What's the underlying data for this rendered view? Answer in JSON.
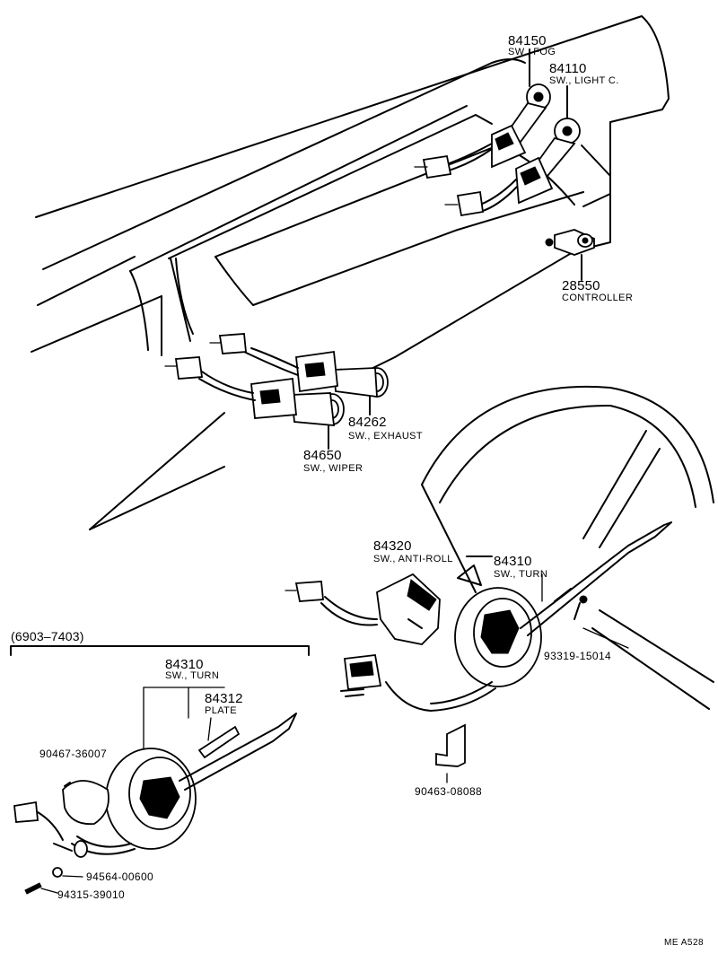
{
  "parts": {
    "p84150": {
      "number": "84150",
      "desc": "SW., FOG"
    },
    "p84110": {
      "number": "84110",
      "desc": "SW., LIGHT C."
    },
    "p28550": {
      "number": "28550",
      "desc": "CONTROLLER"
    },
    "p84262": {
      "number": "84262",
      "desc": "SW., EXHAUST"
    },
    "p84650": {
      "number": "84650",
      "desc": "SW., WIPER"
    },
    "p84320": {
      "number": "84320",
      "desc": "SW., ANTI-ROLL"
    },
    "p84310_main": {
      "number": "84310",
      "desc": "SW., TURN"
    },
    "p93319": {
      "number": "93319-15014"
    },
    "p90463": {
      "number": "90463-08088"
    },
    "p84310_inset": {
      "number": "84310",
      "desc": "SW., TURN"
    },
    "p84312": {
      "number": "84312",
      "desc": "PLATE"
    },
    "p90467": {
      "number": "90467-36007"
    },
    "p94564": {
      "number": "94564-00600"
    },
    "p94315": {
      "number": "94315-39010"
    }
  },
  "inset_label": "(6903–7403)",
  "figure_code": "ME  A528"
}
